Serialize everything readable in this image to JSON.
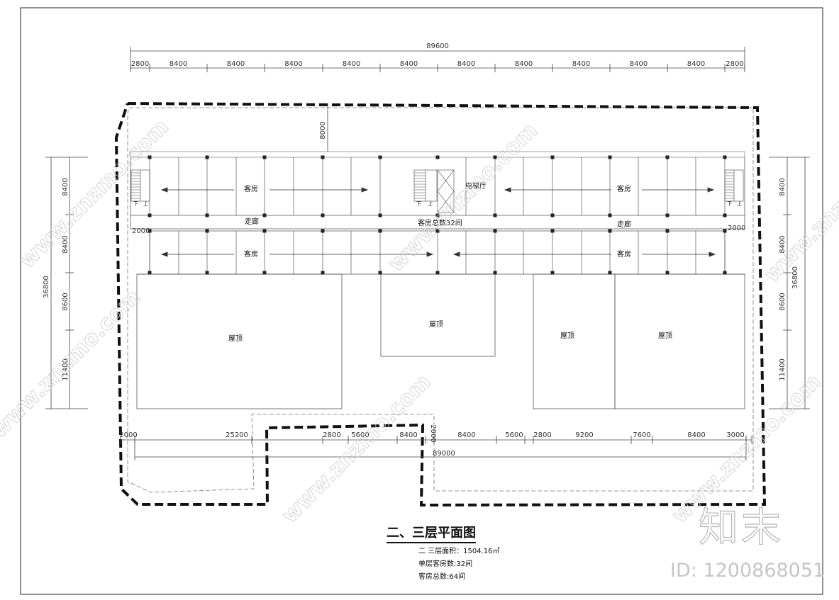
{
  "drawing": {
    "overall_width": "89600",
    "top_dims": [
      "2800",
      "8400",
      "8400",
      "8400",
      "8400",
      "8400",
      "8400",
      "8400",
      "8400",
      "8400",
      "8400",
      "2800"
    ],
    "corridor_gap": "8000",
    "side_total": "36800",
    "left_dims": [
      "8400",
      "8400",
      "8600",
      "11400"
    ],
    "right_dims": [
      "8400",
      "8400",
      "8600",
      "11400"
    ],
    "offset_2000": "2000",
    "bottom_total": "89000",
    "bottom_dims": [
      "2000",
      "25200",
      "2800",
      "5600",
      "8400",
      "2000",
      "8400",
      "5600",
      "2800",
      "9200",
      "7600",
      "8400",
      "3000"
    ]
  },
  "labels": {
    "room": "客房",
    "corridor": "走廊",
    "elevator_hall": "电梯厅",
    "room_count_mid": "客房总数32间",
    "roof": "屋顶",
    "stair_down": "下",
    "stair_up": "上"
  },
  "caption": {
    "title": "二、三层平面图",
    "area": "二 三层面积：1504.16㎡",
    "rooms_per_floor": "单层客房数:32间",
    "rooms_total": "客房总数:64间"
  },
  "watermark": {
    "text": "www.znzmo.com",
    "brand": "知末",
    "id": "ID: 1200868051"
  }
}
